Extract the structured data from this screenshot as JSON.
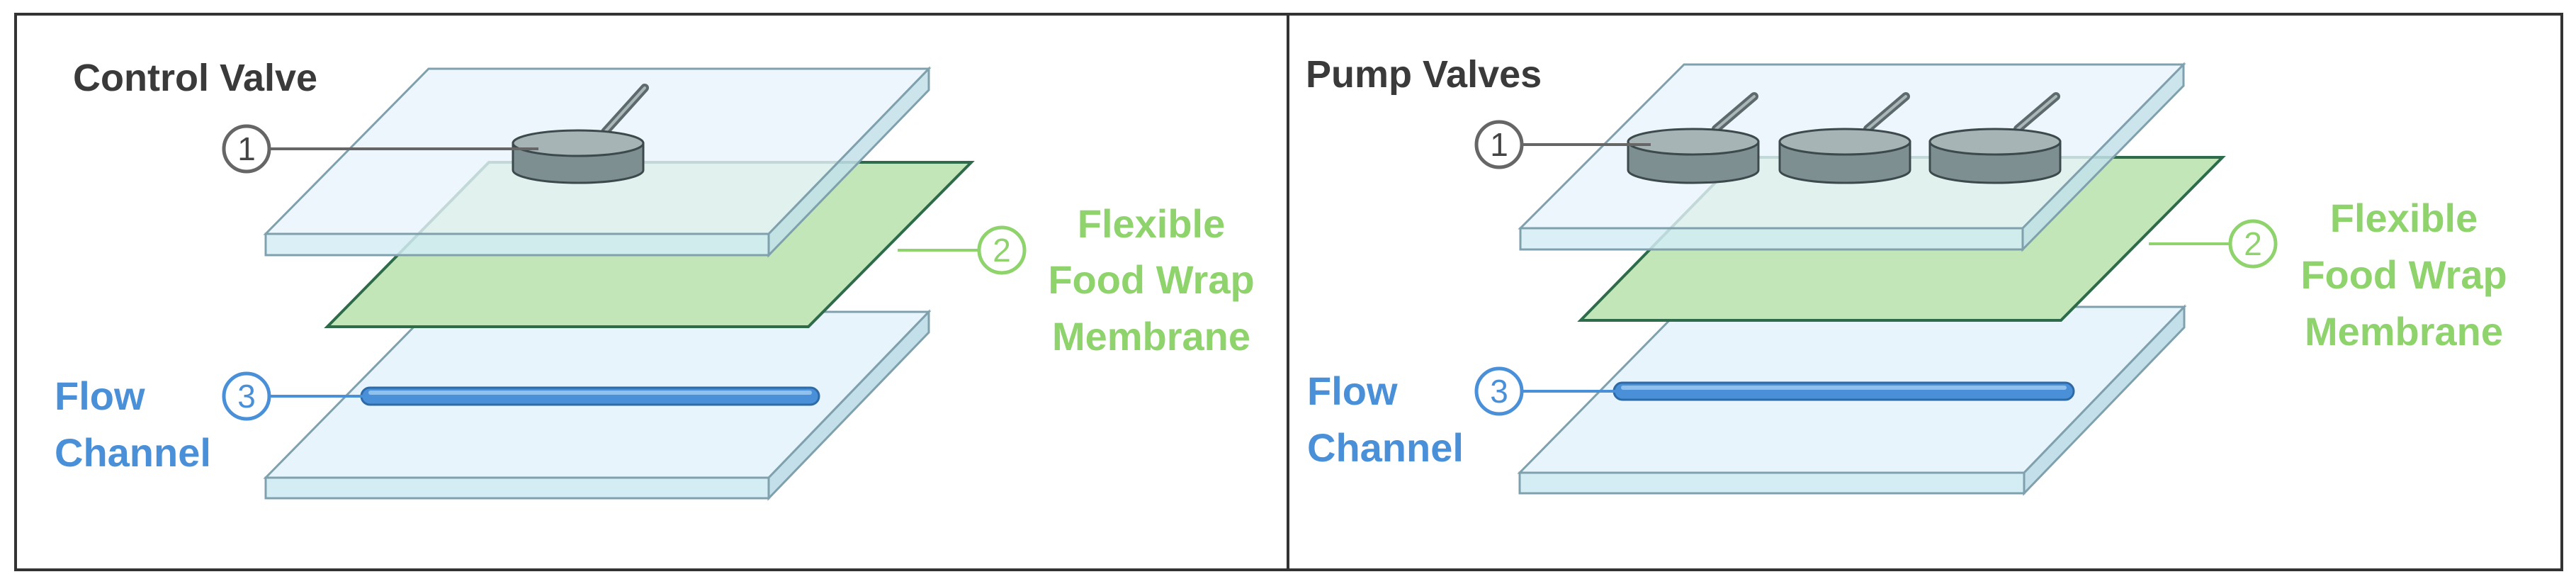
{
  "panels": [
    {
      "title": "Control Valve",
      "valve_marker": "1",
      "membrane_marker": "2",
      "channel_marker": "3",
      "membrane_label": [
        "Flexible",
        "Food Wrap",
        "Membrane"
      ],
      "channel_label": [
        "Flow",
        "Channel"
      ],
      "valve_count": 1
    },
    {
      "title": "Pump Valves",
      "valve_marker": "1",
      "membrane_marker": "2",
      "channel_marker": "3",
      "membrane_label": [
        "Flexible",
        "Food Wrap",
        "Membrane"
      ],
      "channel_label": [
        "Flow",
        "Channel"
      ],
      "valve_count": 3
    }
  ],
  "colors": {
    "border": "#333333",
    "title": "#3a3a3a",
    "plate_fill": "#e8f4fb",
    "plate_edge": "#7fa0ad",
    "membrane_fill": "#c2e6b8",
    "membrane_edge": "#2e6b4a",
    "membrane_text": "#8fd36c",
    "channel": "#4a90d9",
    "channel_text": "#4a90d9",
    "valve_fill": "#7e8f92",
    "valve_edge": "#3d4a4d",
    "marker_gray": "#666666"
  }
}
